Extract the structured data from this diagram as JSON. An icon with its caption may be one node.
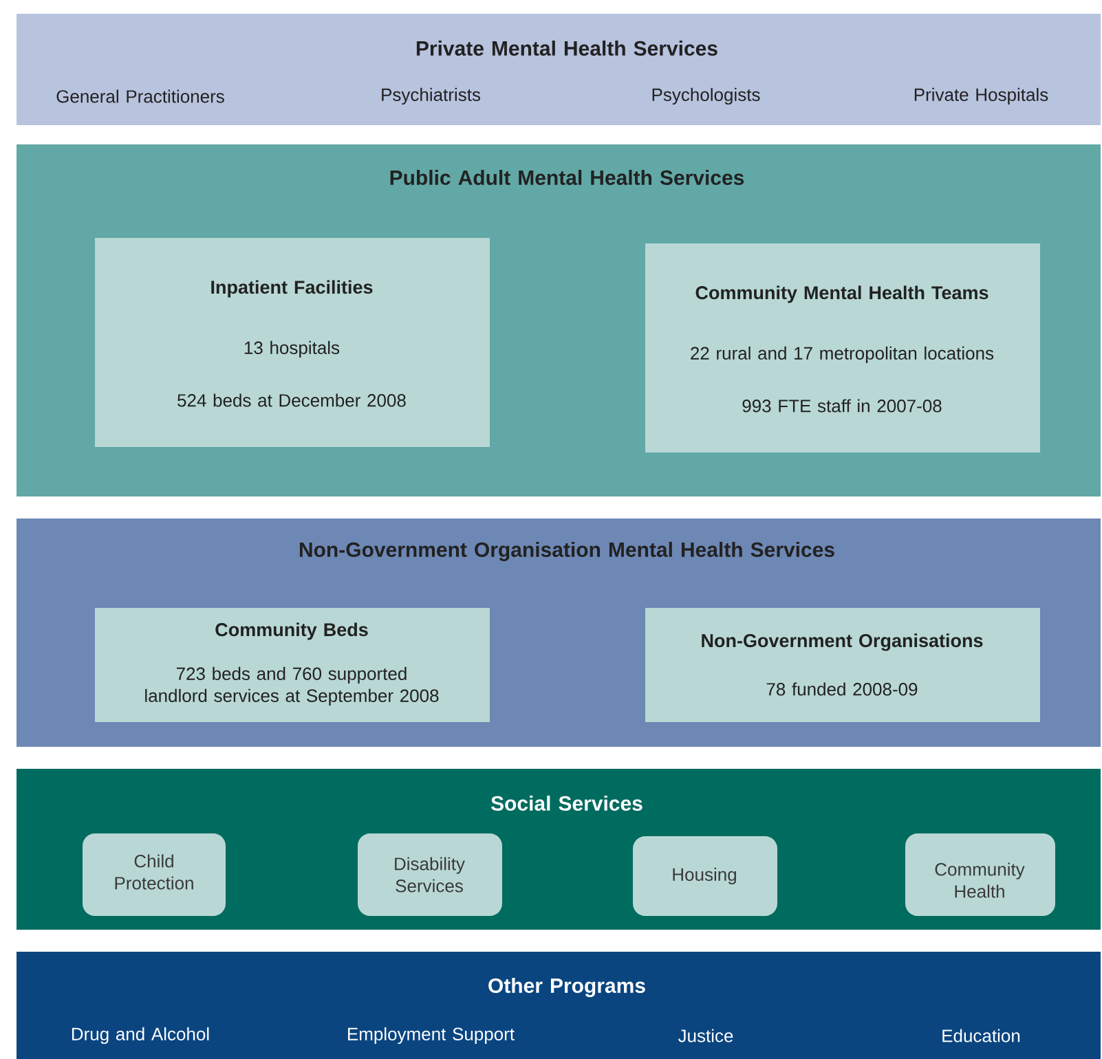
{
  "diagram": {
    "nodes": [
      {
        "text": [
          "Private Mental Health Services",
          "General Practitioners",
          "Psychiatrists",
          "Psychologists",
          "Private Hospitals"
        ]
      },
      {
        "text": [
          "Public Adult Mental Health Services"
        ]
      },
      {
        "text": [
          "Inpatient Facilities",
          "13 hospitals",
          "524 beds at December 2008"
        ],
        "in": 1
      },
      {
        "text": [
          "Community Mental Health Teams",
          "22 rural and 17 metropolitan locations",
          "993 FTE staff in 2007-08"
        ],
        "in": 1
      },
      {
        "text": [
          "Non-Government Organisation Mental Health Services"
        ]
      },
      {
        "text": [
          "Community Beds",
          "723 beds and 760 supported landlord services at September 2008"
        ],
        "in": 4
      },
      {
        "text": [
          "Non-Government Organisations",
          "78 funded 2008-09"
        ],
        "in": 4
      },
      {
        "text": [
          "Social Services"
        ]
      },
      {
        "text": [
          "Child Protection"
        ],
        "in": 7
      },
      {
        "text": [
          "Disability Services"
        ],
        "in": 7
      },
      {
        "text": [
          "Housing"
        ],
        "in": 7
      },
      {
        "text": [
          "Community Health"
        ],
        "in": 7
      },
      {
        "text": [
          "Other Programs",
          "Drug and Alcohol",
          "Employment Support",
          "Justice",
          "Education"
        ]
      }
    ]
  }
}
